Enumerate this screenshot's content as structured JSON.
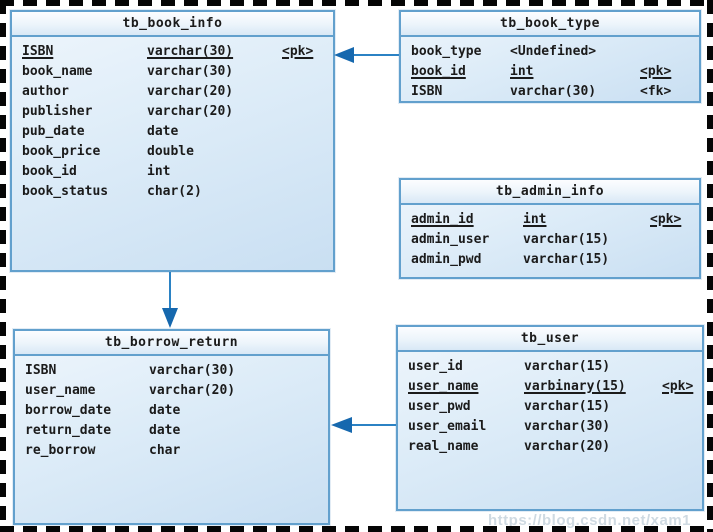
{
  "diagram": {
    "tables": [
      {
        "title": "tb_book_info",
        "columns": [
          {
            "name": "ISBN",
            "type": "varchar(30)",
            "key": "<pk>",
            "pk": true
          },
          {
            "name": "book_name",
            "type": "varchar(30)",
            "key": "",
            "pk": false
          },
          {
            "name": "author",
            "type": "varchar(20)",
            "key": "",
            "pk": false
          },
          {
            "name": "publisher",
            "type": "varchar(20)",
            "key": "",
            "pk": false
          },
          {
            "name": "pub_date",
            "type": "date",
            "key": "",
            "pk": false
          },
          {
            "name": "book_price",
            "type": "double",
            "key": "",
            "pk": false
          },
          {
            "name": "book_id",
            "type": "int",
            "key": "",
            "pk": false
          },
          {
            "name": "book_status",
            "type": "char(2)",
            "key": "",
            "pk": false
          }
        ]
      },
      {
        "title": "tb_book_type",
        "columns": [
          {
            "name": "book_type",
            "type": "<Undefined>",
            "key": "",
            "pk": false
          },
          {
            "name": "book_id",
            "type": "int",
            "key": "<pk>",
            "pk": true
          },
          {
            "name": "ISBN",
            "type": "varchar(30)",
            "key": "<fk>",
            "pk": false
          }
        ]
      },
      {
        "title": "tb_admin_info",
        "columns": [
          {
            "name": "admin_id",
            "type": "int",
            "key": "<pk>",
            "pk": true
          },
          {
            "name": "admin_user",
            "type": "varchar(15)",
            "key": "",
            "pk": false
          },
          {
            "name": "admin_pwd",
            "type": "varchar(15)",
            "key": "",
            "pk": false
          }
        ]
      },
      {
        "title": "tb_borrow_return",
        "columns": [
          {
            "name": "ISBN",
            "type": "varchar(30)",
            "key": "",
            "pk": false
          },
          {
            "name": "user_name",
            "type": "varchar(20)",
            "key": "",
            "pk": false
          },
          {
            "name": "borrow_date",
            "type": "date",
            "key": "",
            "pk": false
          },
          {
            "name": "return_date",
            "type": "date",
            "key": "",
            "pk": false
          },
          {
            "name": "re_borrow",
            "type": "char",
            "key": "",
            "pk": false
          }
        ]
      },
      {
        "title": "tb_user",
        "columns": [
          {
            "name": "user_id",
            "type": "varchar(15)",
            "key": "",
            "pk": false
          },
          {
            "name": "user_name",
            "type": "varbinary(15)",
            "key": "<pk>",
            "pk": true
          },
          {
            "name": "user_pwd",
            "type": "varchar(15)",
            "key": "",
            "pk": false
          },
          {
            "name": "user_email",
            "type": "varchar(30)",
            "key": "",
            "pk": false
          },
          {
            "name": "real_name",
            "type": "varchar(20)",
            "key": "",
            "pk": false
          }
        ]
      }
    ],
    "relationships": [
      {
        "from": "tb_book_type",
        "to": "tb_book_info"
      },
      {
        "from": "tb_book_info",
        "to": "tb_borrow_return"
      },
      {
        "from": "tb_user",
        "to": "tb_borrow_return"
      }
    ],
    "watermark": "https://blog.csdn.net/xam1",
    "colors": {
      "table_border": "#62a0cd",
      "header_bg_top": "#fcfdff",
      "header_bg_bottom": "#d8e8f6",
      "body_bg_top": "#eff6fc",
      "body_bg_bottom": "#c9dff2",
      "connector_line": "#2b82c4",
      "arrowhead": "#1668ae",
      "selection_border": "#050505"
    }
  }
}
